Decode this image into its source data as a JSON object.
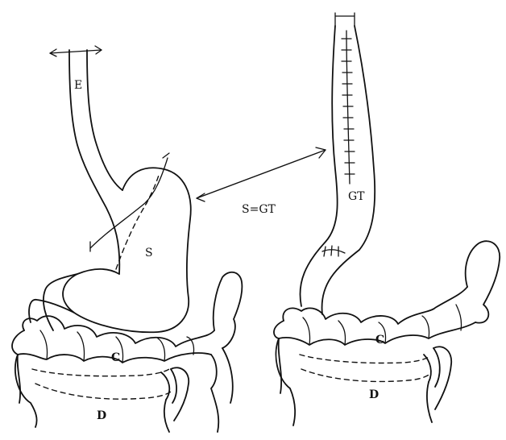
{
  "labels": {
    "esophagus": "E",
    "stomach": "S",
    "colon_left": "C",
    "duodenum_left": "D",
    "equation": "S=GT",
    "gastric_tube": "GT",
    "colon_right": "C",
    "duodenum_right": "D"
  },
  "colors": {
    "ink": "#111111",
    "background": "#ffffff"
  }
}
